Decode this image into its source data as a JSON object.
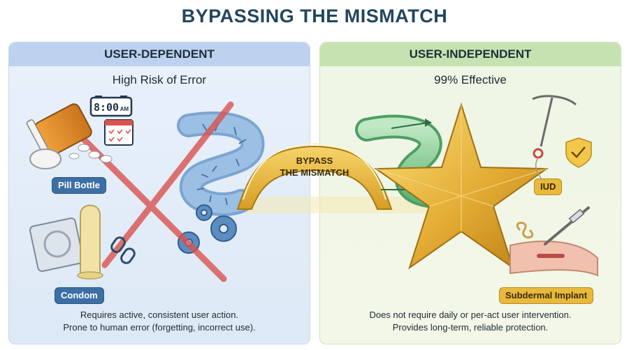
{
  "title": "BYPASSING THE MISMATCH",
  "left_panel": {
    "heading": "USER-DEPENDENT",
    "subheading": "High Risk of Error",
    "clock_time": "8:00",
    "clock_suffix": "AM",
    "items": [
      {
        "label": "Pill Bottle",
        "icon": "pill-bottle-icon"
      },
      {
        "label": "Condom",
        "icon": "condom-icon"
      }
    ],
    "footer_line1": "Requires active, consistent user action.",
    "footer_line2": "Prone to human error (forgetting, incorrect use)."
  },
  "right_panel": {
    "heading": "USER-INDEPENDENT",
    "subheading": "99% Effective",
    "items": [
      {
        "label": "IUD",
        "icon": "iud-icon"
      },
      {
        "label": "Subdermal Implant",
        "icon": "implant-icon"
      }
    ],
    "footer_line1": "Does not require daily or per-act user intervention.",
    "footer_line2": "Provides long-term, reliable protection."
  },
  "bridge": {
    "line1": "BYPASS",
    "line2": "THE MISMATCH"
  },
  "colors": {
    "left_panel_bg": "#e2ecf8",
    "right_panel_bg": "#eef6e5",
    "cross": "#d9534f",
    "gold": "#e8b93c",
    "green_road": "#79c48a",
    "blue_label": "#3d6fa6"
  }
}
